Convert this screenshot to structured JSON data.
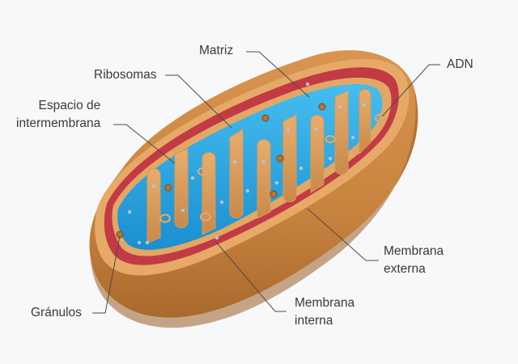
{
  "labels": {
    "matriz": "Matriz",
    "ribosomas": "Ribosomas",
    "espacio_1": "Espacio de",
    "espacio_2": "intermembrana",
    "adn": "ADN",
    "membrana_externa_1": "Membrana",
    "membrana_externa_2": "externa",
    "membrana_interna_1": "Membrana",
    "membrana_interna_2": "interna",
    "granulos": "Gránulos"
  },
  "colors": {
    "background": "#f7f8f9",
    "outer_membrane": "#c8833f",
    "outer_membrane_shade": "#a9692c",
    "intermembrane_space": "#c23a44",
    "inner_membrane": "#e3a765",
    "matrix": "#1f9ad8",
    "matrix_light": "#3cb3ea",
    "leader_line": "#4a4a4a"
  }
}
